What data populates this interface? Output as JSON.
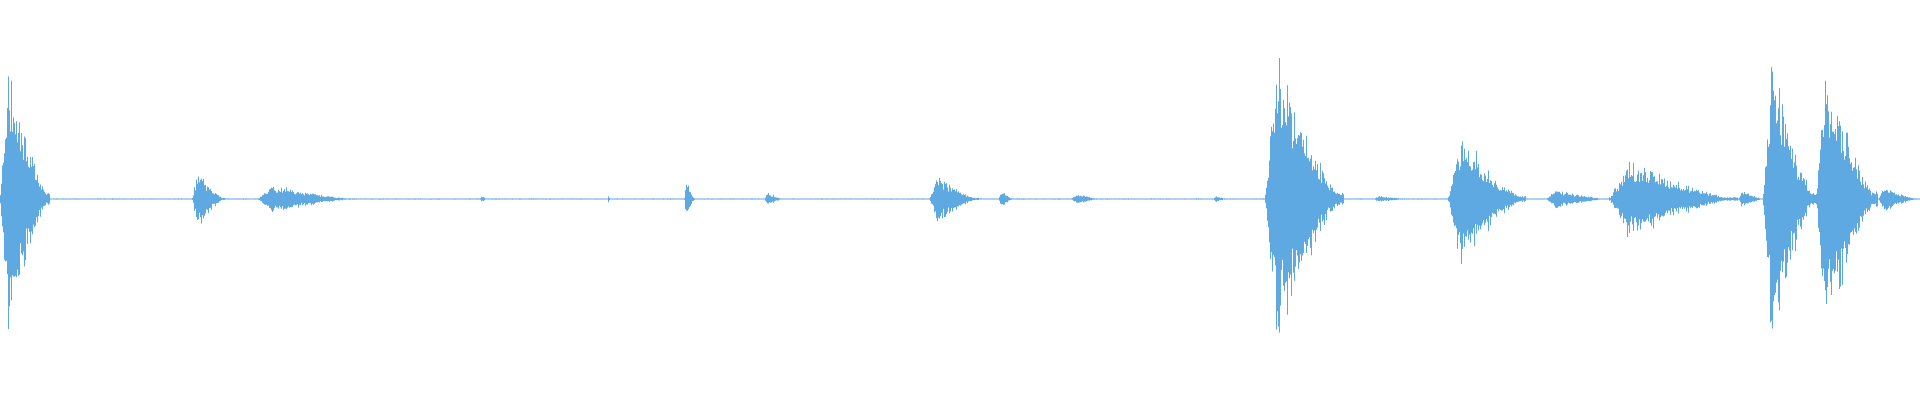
{
  "waveform": {
    "color": "#5ea9e2",
    "background": "#ffffff",
    "baseline_amplitude": 0.004,
    "segments": [
      {
        "t0": 0.0,
        "t1": 0.026,
        "peak": 0.88
      },
      {
        "t0": 0.0885,
        "t1": 0.0893,
        "peak": 0.025
      },
      {
        "t0": 0.1,
        "t1": 0.117,
        "peak": 0.19
      },
      {
        "t0": 0.134,
        "t1": 0.186,
        "peak": 0.09
      },
      {
        "t0": 0.25,
        "t1": 0.254,
        "peak": 0.02
      },
      {
        "t0": 0.316,
        "t1": 0.318,
        "peak": 0.025
      },
      {
        "t0": 0.356,
        "t1": 0.362,
        "peak": 0.12
      },
      {
        "t0": 0.398,
        "t1": 0.408,
        "peak": 0.05
      },
      {
        "t0": 0.484,
        "t1": 0.51,
        "peak": 0.16
      },
      {
        "t0": 0.52,
        "t1": 0.528,
        "peak": 0.055
      },
      {
        "t0": 0.558,
        "t1": 0.574,
        "peak": 0.035
      },
      {
        "t0": 0.632,
        "t1": 0.64,
        "peak": 0.02
      },
      {
        "t0": 0.659,
        "t1": 0.7,
        "peak": 0.92
      },
      {
        "t0": 0.715,
        "t1": 0.735,
        "peak": 0.02
      },
      {
        "t0": 0.754,
        "t1": 0.795,
        "peak": 0.42
      },
      {
        "t0": 0.805,
        "t1": 0.838,
        "peak": 0.06
      },
      {
        "t0": 0.838,
        "t1": 0.905,
        "peak": 0.25
      },
      {
        "t0": 0.905,
        "t1": 0.918,
        "peak": 0.06
      },
      {
        "t0": 0.918,
        "t1": 0.946,
        "peak": 0.93
      },
      {
        "t0": 0.946,
        "t1": 0.978,
        "peak": 0.93
      },
      {
        "t0": 0.978,
        "t1": 1.0,
        "peak": 0.08
      }
    ]
  }
}
